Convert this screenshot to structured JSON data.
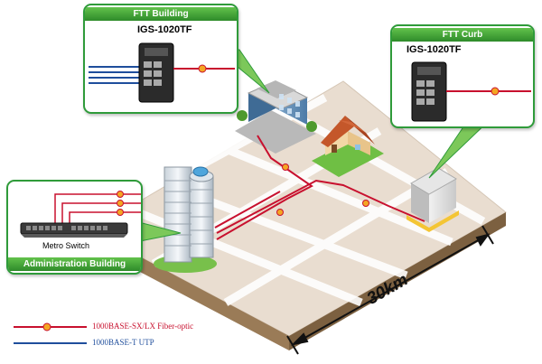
{
  "callouts": {
    "ftt_building": {
      "title": "FTT Building",
      "model": "IGS-1020TF"
    },
    "ftt_curb": {
      "title": "FTT Curb",
      "model": "IGS-1020TF"
    },
    "admin_building": {
      "title": "Administration Building",
      "device_label": "Metro Switch"
    }
  },
  "distance_label": "30km",
  "legend": [
    {
      "label": "1000BASE-SX/LX Fiber-optic",
      "color": "#c8102e"
    },
    {
      "label": "1000BASE-T UTP",
      "color": "#1f4e9c"
    }
  ],
  "colors": {
    "fiber": "#c8102e",
    "utp": "#1f4e9c",
    "callout_green": "#2f9b3a",
    "ground": "#e9ddd0"
  }
}
